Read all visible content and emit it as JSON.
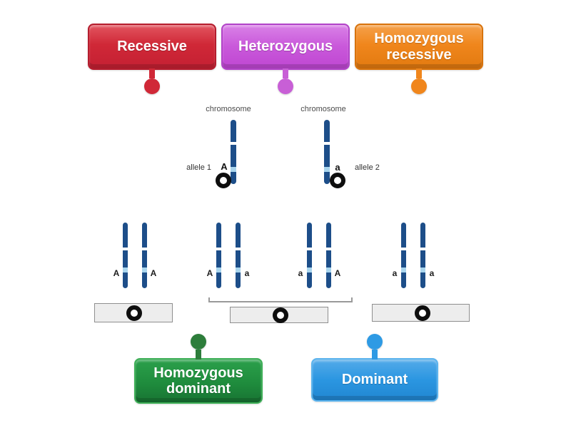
{
  "page": {
    "background": "#ffffff"
  },
  "labels": [
    {
      "id": "recessive",
      "text": "Recessive",
      "color": "#d02837",
      "pin_color": "#d02837",
      "pin_side": "bottom"
    },
    {
      "id": "heterozygous",
      "text": "Heterozygous",
      "color": "#c958da",
      "pin_color": "#c85fd6",
      "pin_side": "bottom"
    },
    {
      "id": "homozygous-recessive",
      "text": "Homozygous recessive",
      "color": "#f0861c",
      "pin_color": "#f0861c",
      "pin_side": "bottom"
    },
    {
      "id": "homozygous-dominant",
      "text": "Homozygous dominant",
      "color": "#1f8c3d",
      "pin_color": "#2d7d3b",
      "pin_side": "top"
    },
    {
      "id": "dominant",
      "text": "Dominant",
      "color": "#2b96e1",
      "pin_color": "#2e9ae4",
      "pin_side": "top"
    }
  ],
  "diagram": {
    "chromosome_color": "#1d4e89",
    "band_color": "#a9d5ee",
    "top": {
      "left_chromosome_label": "chromosome",
      "right_chromosome_label": "chromosome",
      "allele1_label": "allele 1",
      "allele1_letter": "A",
      "allele2_letter": "a",
      "allele2_label": "allele 2"
    },
    "pairs": [
      {
        "left": "A",
        "right": "A"
      },
      {
        "left": "A",
        "right": "a"
      },
      {
        "left": "a",
        "right": "A"
      },
      {
        "left": "a",
        "right": "a"
      }
    ]
  }
}
